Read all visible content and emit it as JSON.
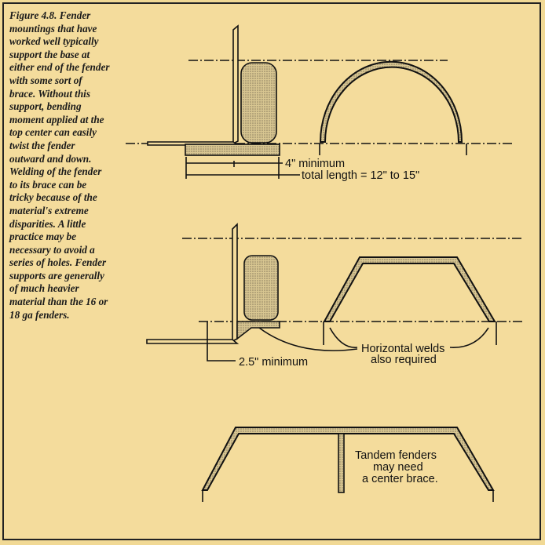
{
  "caption": "Figure 4.8. Fender mountings that have worked well typically support the base at either end of the fender with some sort of brace.  Without this support, bending moment applied at the top center can easily twist the fender outward and down. Welding of the fender to its brace can be tricky because of the material's extreme disparities.  A little practice may be necessary to avoid a series of holes.  Fender supports are generally of much heavier material than the 16 or 18 ga fenders.",
  "labels": {
    "min4": "4\" minimum",
    "total_length": "total length = 12\" to 15\"",
    "welds_line1": "Horizontal welds",
    "welds_line2": "also required",
    "min25": "2.5\" minimum",
    "tandem_line1": "Tandem fenders",
    "tandem_line2": "may need",
    "tandem_line3": "a center brace."
  },
  "colors": {
    "background": "#f4dc9c",
    "ink": "#111111",
    "hatch": "#c9b98a"
  }
}
